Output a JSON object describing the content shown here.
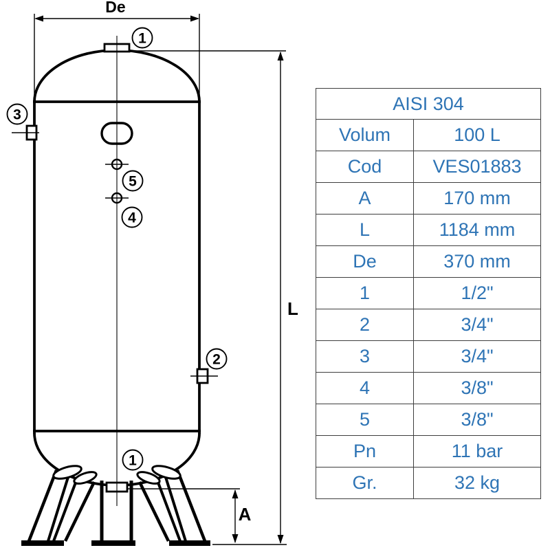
{
  "drawing": {
    "line_color": "#000000",
    "dim_de": "De",
    "dim_l": "L",
    "dim_a": "A",
    "balloon_top": "1",
    "balloon_left": "3",
    "balloon_mid_upper": "5",
    "balloon_mid_lower": "4",
    "balloon_right": "2",
    "balloon_bottom": "1"
  },
  "table": {
    "text_color": "#2E74B5",
    "border_color": "#3d3d3d",
    "header": "AISI 304",
    "rows": [
      {
        "label": "Volum",
        "value": "100 L"
      },
      {
        "label": "Cod",
        "value": "VES01883"
      },
      {
        "label": "A",
        "value": "170 mm"
      },
      {
        "label": "L",
        "value": "1184 mm"
      },
      {
        "label": "De",
        "value": "370 mm"
      },
      {
        "label": "1",
        "value": "1/2\""
      },
      {
        "label": "2",
        "value": "3/4\""
      },
      {
        "label": "3",
        "value": "3/4\""
      },
      {
        "label": "4",
        "value": "3/8\""
      },
      {
        "label": "5",
        "value": "3/8\""
      },
      {
        "label": "Pn",
        "value": "11 bar"
      },
      {
        "label": "Gr.",
        "value": "32 kg"
      }
    ]
  }
}
